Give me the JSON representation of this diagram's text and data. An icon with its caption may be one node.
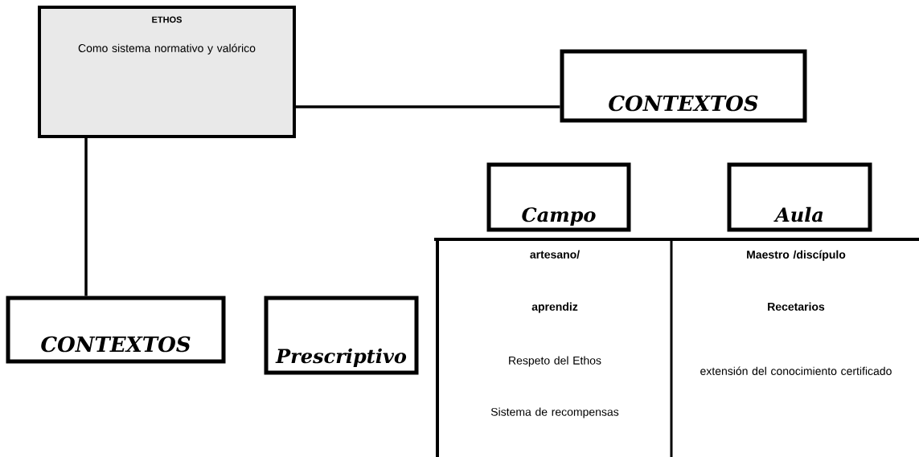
{
  "diagram": {
    "nodes": [
      {
        "text": [
          "ETHOS",
          "Como sistema normativo y valórico"
        ]
      },
      {
        "text": [
          "CONTEXTOS"
        ]
      },
      {
        "text": [
          "Campo"
        ]
      },
      {
        "text": [
          "Aula"
        ]
      },
      {
        "text": [
          "CONTEXTOS"
        ]
      },
      {
        "text": [
          "Prescriptivo"
        ]
      }
    ],
    "edges": [
      {
        "from": 0,
        "to": 1,
        "arrow": "none"
      },
      {
        "from": 0,
        "to": 4,
        "arrow": "none"
      }
    ],
    "labels": [
      "artesano/",
      "Maestro /discípulo",
      "aprendiz",
      "Recetarios",
      "Respeto del Ethos",
      "extensión del conocimiento certificado",
      "Sistema de recompensas"
    ]
  }
}
